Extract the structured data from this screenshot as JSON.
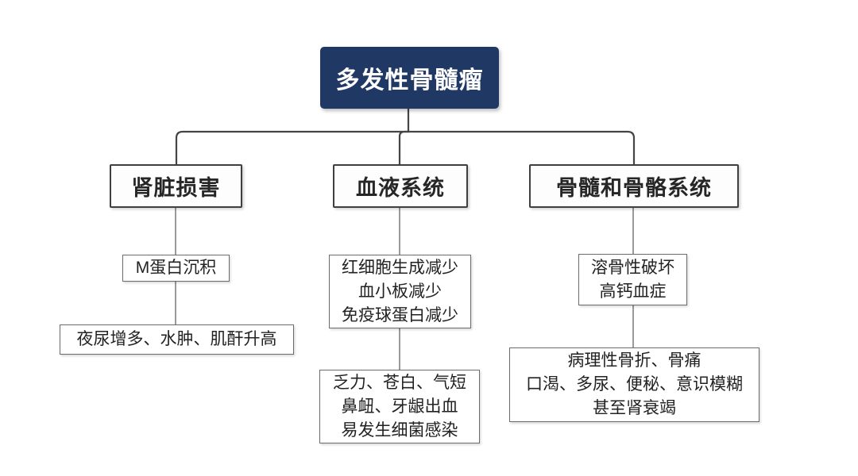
{
  "diagram": {
    "title": "多发性骨髓瘤",
    "branches": [
      {
        "label": "肾脏损害",
        "nodes": [
          "M蛋白沉积",
          "夜尿增多、水肿、肌酐升高"
        ]
      },
      {
        "label": "血液系统",
        "nodes": [
          "红细胞生成减少\n血小板减少\n免疫球蛋白减少",
          "乏力、苍白、气短\n鼻衄、牙龈出血\n易发生细菌感染"
        ]
      },
      {
        "label": "骨髓和骨骼系统",
        "nodes": [
          "溶骨性破坏\n高钙血症",
          "病理性骨折、骨痛\n口渴、多尿、便秘、意识模糊\n甚至肾衰竭"
        ]
      }
    ]
  },
  "colors": {
    "root_bg": "#1f3864",
    "root_text": "#ffffff",
    "branch_border": "#3f3f3f",
    "leaf_border": "#6b6b6b",
    "tree_line": "#454545",
    "leaf_line": "#6f6f6f",
    "text": "#222222"
  }
}
